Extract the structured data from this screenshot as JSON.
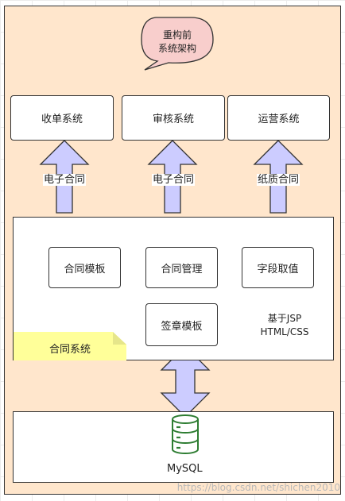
{
  "callout_top": {
    "line1": "重构前",
    "line2": "系统架构"
  },
  "systems": {
    "collect": "收单系统",
    "review": "审核系统",
    "operation": "运营系统"
  },
  "arrows": {
    "left": "电子合同",
    "middle": "电子合同",
    "right": "纸质合同"
  },
  "contract_system": {
    "title": "合同系统",
    "modules": [
      "合同模板",
      "合同管理",
      "字段取值",
      "签章模板"
    ],
    "callout": {
      "line1": "基于JSP",
      "line2": "HTML/CSS"
    }
  },
  "database": {
    "label": "MySQL"
  },
  "watermark": "https://blog.csdn.net/shichen2010",
  "colors": {
    "background": "#ffe6cc",
    "arrow_fill": "#ccccff",
    "callout_fill": "#f8cecc",
    "note_fill": "#ffff99",
    "db_green": "#2e7d32"
  }
}
